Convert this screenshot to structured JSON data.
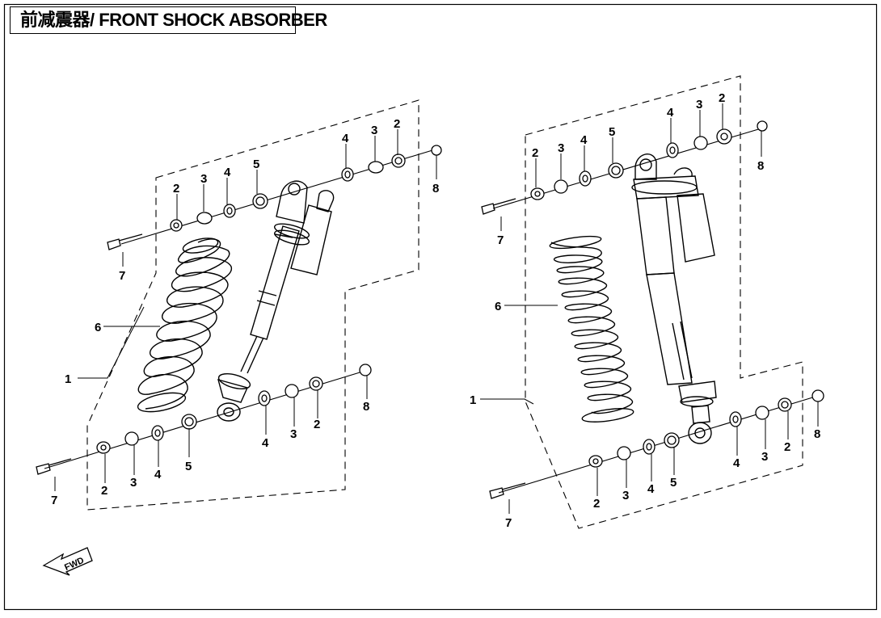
{
  "title": "前减震器/ FRONT SHOCK ABSORBER",
  "fwd_label": "FWD",
  "left_assembly": {
    "callouts": {
      "assembly": "1",
      "spring": "6",
      "top_washer_a": "2",
      "top_washer_b": "3",
      "top_washer_c": "4",
      "top_bushing": "5",
      "top_r_bushing": "4",
      "top_r_washer": "3",
      "top_r_cap": "2",
      "top_nut": "8",
      "top_bolt": "7",
      "bot_washer_a": "2",
      "bot_washer_b": "3",
      "bot_washer_c": "4",
      "bot_bushing": "5",
      "bot_r_washer_c": "4",
      "bot_r_washer_b": "3",
      "bot_r_cap": "2",
      "bot_nut": "8",
      "bot_bolt": "7"
    }
  },
  "right_assembly": {
    "callouts": {
      "assembly": "1",
      "spring": "6",
      "top_washer_a": "2",
      "top_washer_b": "3",
      "top_washer_c": "4",
      "top_bushing": "5",
      "top_r_washer_c": "4",
      "top_r_washer_b": "3",
      "top_r_cap": "2",
      "top_nut": "8",
      "top_bolt": "7",
      "bot_washer_a": "2",
      "bot_washer_b": "3",
      "bot_washer_c": "4",
      "bot_bushing": "5",
      "bot_r_washer_c": "4",
      "bot_r_washer_b": "3",
      "bot_r_cap": "2",
      "bot_nut": "8",
      "bot_bolt": "7"
    }
  }
}
